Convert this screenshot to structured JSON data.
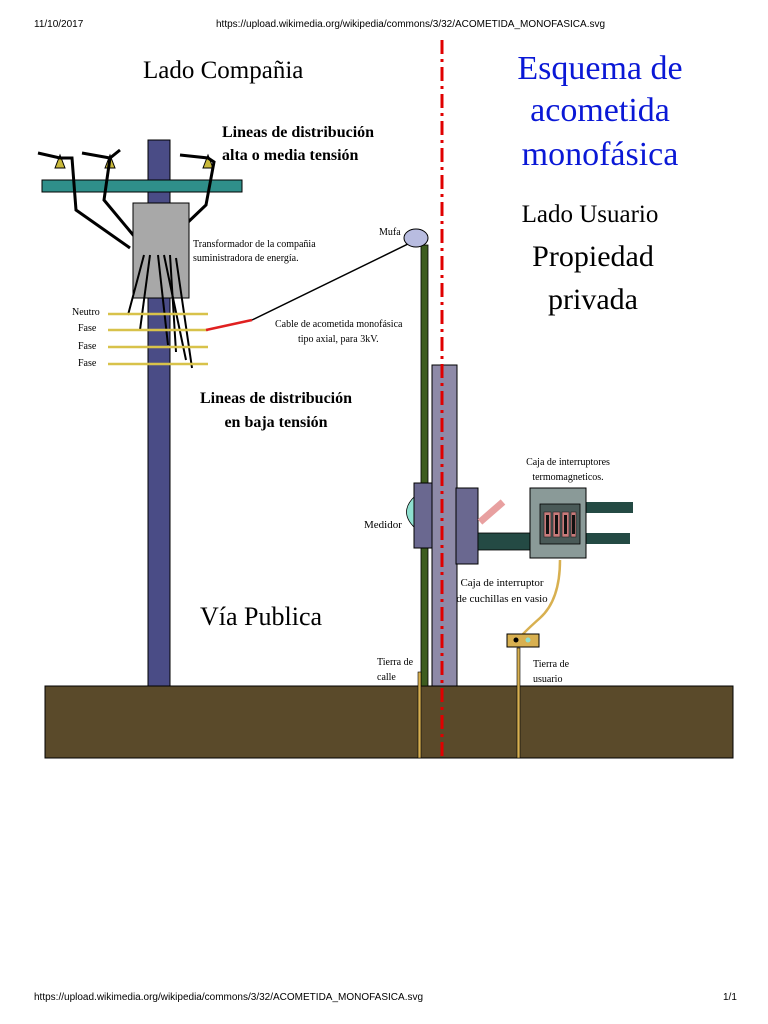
{
  "header": {
    "date": "11/10/2017",
    "url": "https://upload.wikimedia.org/wikipedia/commons/3/32/ACOMETIDA_MONOFASICA.svg"
  },
  "footer": {
    "url": "https://upload.wikimedia.org/wikipedia/commons/3/32/ACOMETIDA_MONOFASICA.svg",
    "page": "1/1"
  },
  "diagram": {
    "title_lines": [
      "Esquema de",
      "acometida",
      "monofásica"
    ],
    "lado_compania": "Lado Compañia",
    "lado_usuario": "Lado Usuario",
    "propiedad": [
      "Propiedad",
      "privada"
    ],
    "lineas_alta": [
      "Lineas de distribución",
      "alta o media tensión"
    ],
    "transformador": [
      "Transformador de la compañia",
      "suministradora de energía."
    ],
    "mufa": "Mufa",
    "neutro": "Neutro",
    "fase1": "Fase",
    "fase2": "Fase",
    "fase3": "Fase",
    "cable": [
      "Cable de acometida monofásica",
      "tipo axial, para 3kV."
    ],
    "lineas_baja": [
      "Lineas de distribución",
      "en baja tensión"
    ],
    "caja_termo": [
      "Caja de interruptores",
      "termomagneticos."
    ],
    "medidor": "Medidor",
    "caja_cuchillas": [
      "Caja de interruptor",
      "de cuchillas en vasio"
    ],
    "via_publica": "Vía Publica",
    "tierra_calle": [
      "Tierra de",
      "calle"
    ],
    "tierra_usuario": [
      "Tierra de",
      "usuario"
    ]
  },
  "colors": {
    "pole": "#4a4c86",
    "crossarm": "#2f8f8a",
    "ground": "#5a4a2a",
    "boundary": "#e00000",
    "title": "#0a18d6",
    "wire": "#d8c24a",
    "green_pipe": "#3d5c1f"
  }
}
